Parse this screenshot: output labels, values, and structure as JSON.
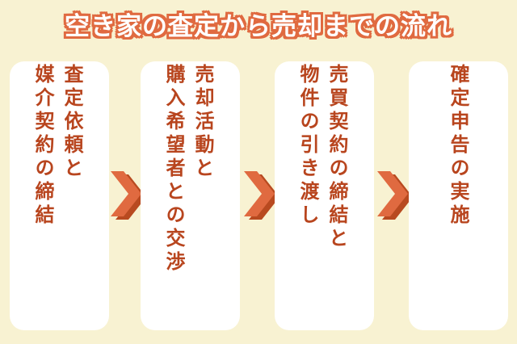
{
  "title": "空き家の査定から売却までの流れ",
  "colors": {
    "background": "#F8F2D2",
    "card": "#FFFFFF",
    "step_text": "#B8451E",
    "title_outline": "#E06A40",
    "arrow_front": "#E06A40",
    "arrow_shadow": "#B84A20"
  },
  "steps": [
    {
      "label": "査定依頼と媒介契約の締結",
      "lines": [
        "査定依頼と",
        "媒介契約の締結"
      ]
    },
    {
      "label": "売却活動と購入希望者との交渉",
      "lines": [
        "売却活動と",
        "購入希望者との交渉"
      ]
    },
    {
      "label": "売買契約の締結と物件の引き渡し",
      "lines": [
        "売買契約の締結と",
        "物件の引き渡し"
      ]
    },
    {
      "label": "確定申告の実施",
      "lines": [
        "確定申告の実施"
      ]
    }
  ],
  "arrows": [
    {
      "icon": "chevron-right-icon"
    },
    {
      "icon": "chevron-right-icon"
    },
    {
      "icon": "chevron-right-icon"
    }
  ]
}
